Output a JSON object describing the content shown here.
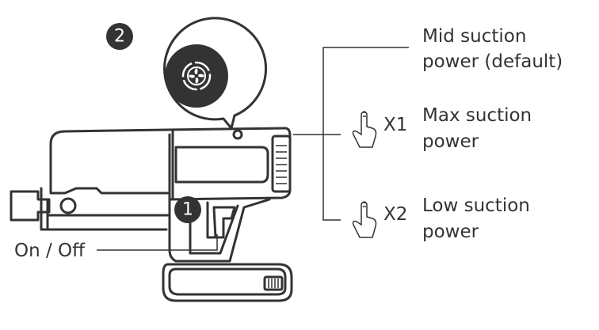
{
  "steps": {
    "power_number": "1",
    "mode_number": "2"
  },
  "labels": {
    "on_off": "On / Off",
    "mid_line1": "Mid suction",
    "mid_line2": "power (default)",
    "max_press": "X1",
    "max_line1": "Max suction",
    "max_line2": "power",
    "low_press": "X2",
    "low_line1": "Low suction",
    "low_line2": "power"
  },
  "icons": {
    "mode_button": "fan-icon",
    "press": "finger-press-icon"
  },
  "colors": {
    "ink": "#333333",
    "badge": "#333333",
    "background": "#ffffff"
  }
}
